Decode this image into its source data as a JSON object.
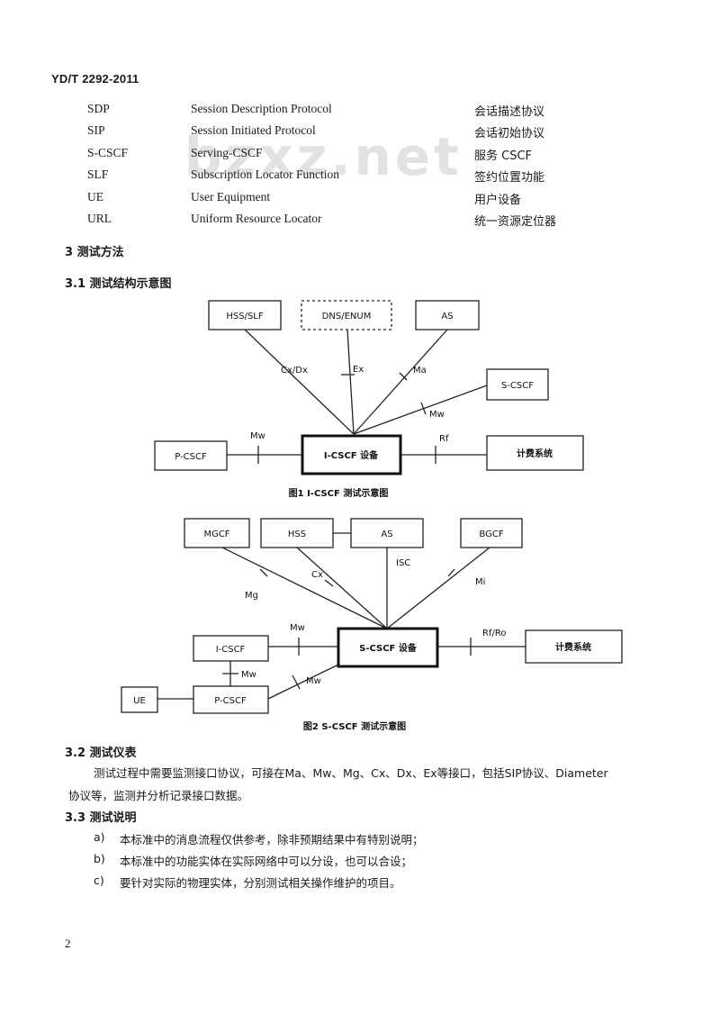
{
  "header": {
    "code": "YD/T 2292-2011"
  },
  "watermark": "bzxz.net",
  "abbreviations": [
    {
      "abbr": "SDP",
      "en": "Session Description Protocol",
      "zh": "会话描述协议"
    },
    {
      "abbr": "SIP",
      "en": "Session Initiated Protocol",
      "zh": "会话初始协议"
    },
    {
      "abbr": "S-CSCF",
      "en": "Serving-CSCF",
      "zh": "服务 CSCF"
    },
    {
      "abbr": "SLF",
      "en": "Subscription Locator Function",
      "zh": "签约位置功能"
    },
    {
      "abbr": "UE",
      "en": "User Equipment",
      "zh": "用户设备"
    },
    {
      "abbr": "URL",
      "en": "Uniform Resource Locator",
      "zh": "统一资源定位器"
    }
  ],
  "sections": {
    "s3": "3   测试方法",
    "s31": "3.1   测试结构示意图",
    "s32": "3.2   测试仪表",
    "s33": "3.3   测试说明"
  },
  "figure1": {
    "caption": "图1   I-CSCF 测试示意图",
    "nodes": {
      "hss_slf": "HSS/SLF",
      "dns_enum": "DNS/ENUM",
      "as": "AS",
      "s_cscf": "S-CSCF",
      "p_cscf": "P-CSCF",
      "i_cscf": "I-CSCF 设备",
      "billing": "计费系统"
    },
    "interfaces": {
      "cx_dx": "Cx/Dx",
      "ex": "Ex",
      "ma": "Ma",
      "mw1": "Mw",
      "mw2": "Mw",
      "rf": "Rf"
    }
  },
  "figure2": {
    "caption": "图2   S-CSCF 测试示意图",
    "nodes": {
      "mgcf": "MGCF",
      "hss": "HSS",
      "as": "AS",
      "bgcf": "BGCF",
      "i_cscf": "I-CSCF",
      "s_cscf": "S-CSCF 设备",
      "billing": "计费系统",
      "ue": "UE",
      "p_cscf": "P-CSCF"
    },
    "interfaces": {
      "mg": "Mg",
      "cx": "Cx",
      "isc": "ISC",
      "mi": "Mi",
      "mw_top": "Mw",
      "rf_ro": "Rf/Ro",
      "mw_vert": "Mw",
      "mw_diag": "Mw"
    }
  },
  "s32_text": {
    "line1": "测试过程中需要监测接口协议，可接在Ma、Mw、Mg、Cx、Dx、Ex等接口，包括SIP协议、Diameter",
    "line2": "协议等，监测并分析记录接口数据。"
  },
  "s33_items": [
    {
      "marker": "a)",
      "text": "本标准中的消息流程仅供参考，除非预期结果中有特别说明；"
    },
    {
      "marker": "b)",
      "text": "本标准中的功能实体在实际网络中可以分设，也可以合设；"
    },
    {
      "marker": "c)",
      "text": "要针对实际的物理实体，分别测试相关操作维护的项目。"
    }
  ],
  "page_number": "2"
}
